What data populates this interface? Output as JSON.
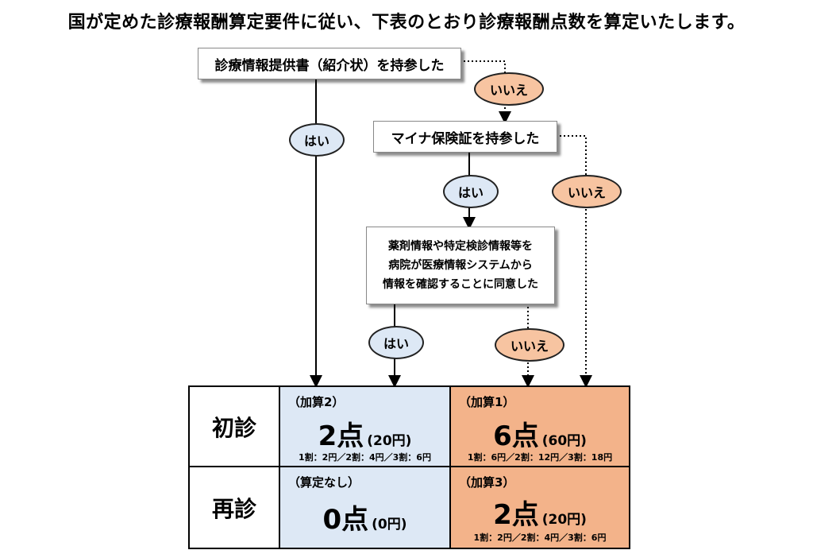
{
  "heading": "国が定めた診療報酬算定要件に従い、下表のとおり診療報酬点数を算定いたします。",
  "flow": {
    "q1": "診療情報提供書（紹介状）を持参した",
    "q2": "マイナ保険証を持参した",
    "q3": [
      "薬剤情報や特定検診情報等を",
      "病院が医療情報システムから",
      "情報を確認することに同意した"
    ],
    "yes": "はい",
    "no": "いいえ"
  },
  "table": {
    "rows": [
      "初診",
      "再診"
    ],
    "cells": {
      "first_visit_blue": {
        "tag": "（加算2）",
        "points": "2点",
        "yen": "(20円)",
        "detail": "1割：2円／2割：4円／3割：6円"
      },
      "first_visit_orange": {
        "tag": "（加算1）",
        "points": "6点",
        "yen": "(60円)",
        "detail": "1割：6円／2割：12円／3割：18円"
      },
      "revisit_blue": {
        "tag": "（算定なし）",
        "points": "0点",
        "yen": "(0円)"
      },
      "revisit_orange": {
        "tag": "（加算3）",
        "points": "2点",
        "yen": "(20円)",
        "detail": "1割：2円／2割：4円／3割：6円"
      }
    }
  },
  "colors": {
    "blue_cell": "#dde8f5",
    "orange_cell": "#f3b38a",
    "no_oval": "#f7c4a1"
  }
}
